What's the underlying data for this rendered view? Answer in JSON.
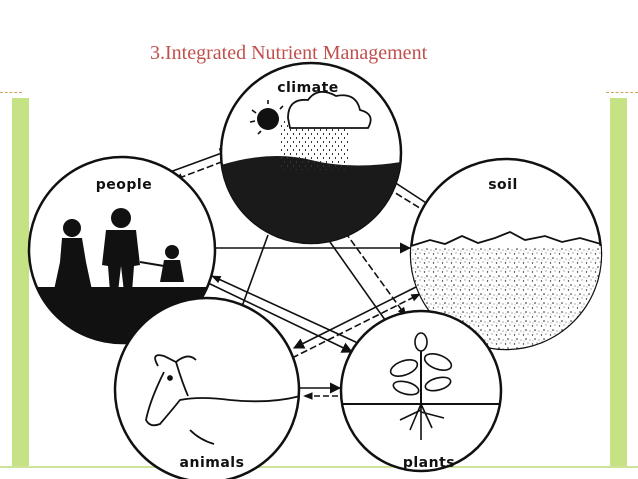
{
  "slide": {
    "title": "3.Integrated Nutrient Management",
    "accent_color": "#c5e384",
    "title_color": "#c0504d",
    "logo_color": "#f0a040",
    "logo_icon": "rainbow-arc-icon",
    "bottom_line_color": "#cde39a"
  },
  "diagram": {
    "nodes": {
      "climate": {
        "label": "climate",
        "icon": "sun-cloud-rain-icon"
      },
      "people": {
        "label": "people",
        "icon": "family-silhouette-icon"
      },
      "soil": {
        "label": "soil",
        "icon": "soil-surface-icon"
      },
      "animals": {
        "label": "animals",
        "icon": "cow-icon"
      },
      "plants": {
        "label": "plants",
        "icon": "plant-seedling-icon"
      }
    }
  }
}
